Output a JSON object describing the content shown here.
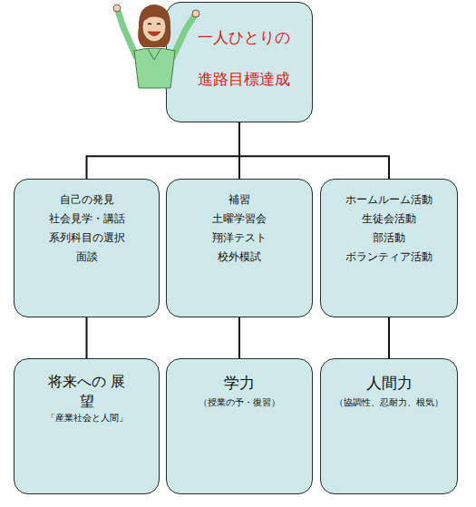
{
  "diagram": {
    "nodes": [
      {
        "text": [
          "一人ひとりの 進路目標達成"
        ]
      },
      {
        "text": [
          "自己の発見",
          "社会見学・講話",
          "系列科目の選択",
          "面談"
        ]
      },
      {
        "text": [
          "補習",
          "土曜学習会",
          "翔洋テスト",
          "校外模試"
        ]
      },
      {
        "text": [
          "ホームルーム活動",
          "生徒会活動",
          "部活動",
          "ボランティア活動"
        ]
      },
      {
        "text": [
          "将来への 展望",
          "「産業社会と人間」"
        ]
      },
      {
        "text": [
          "学力",
          "（授業の予・復習）"
        ]
      },
      {
        "text": [
          "人間力",
          "（協調性、忍耐力、根気）"
        ]
      }
    ],
    "edges": [
      {
        "from": 0,
        "to": 1,
        "arrow": "none"
      },
      {
        "from": 0,
        "to": 2,
        "arrow": "none"
      },
      {
        "from": 0,
        "to": 3,
        "arrow": "none"
      },
      {
        "from": 1,
        "to": 4,
        "arrow": "none"
      },
      {
        "from": 2,
        "to": 5,
        "arrow": "none"
      },
      {
        "from": 3,
        "to": 6,
        "arrow": "none"
      }
    ]
  }
}
